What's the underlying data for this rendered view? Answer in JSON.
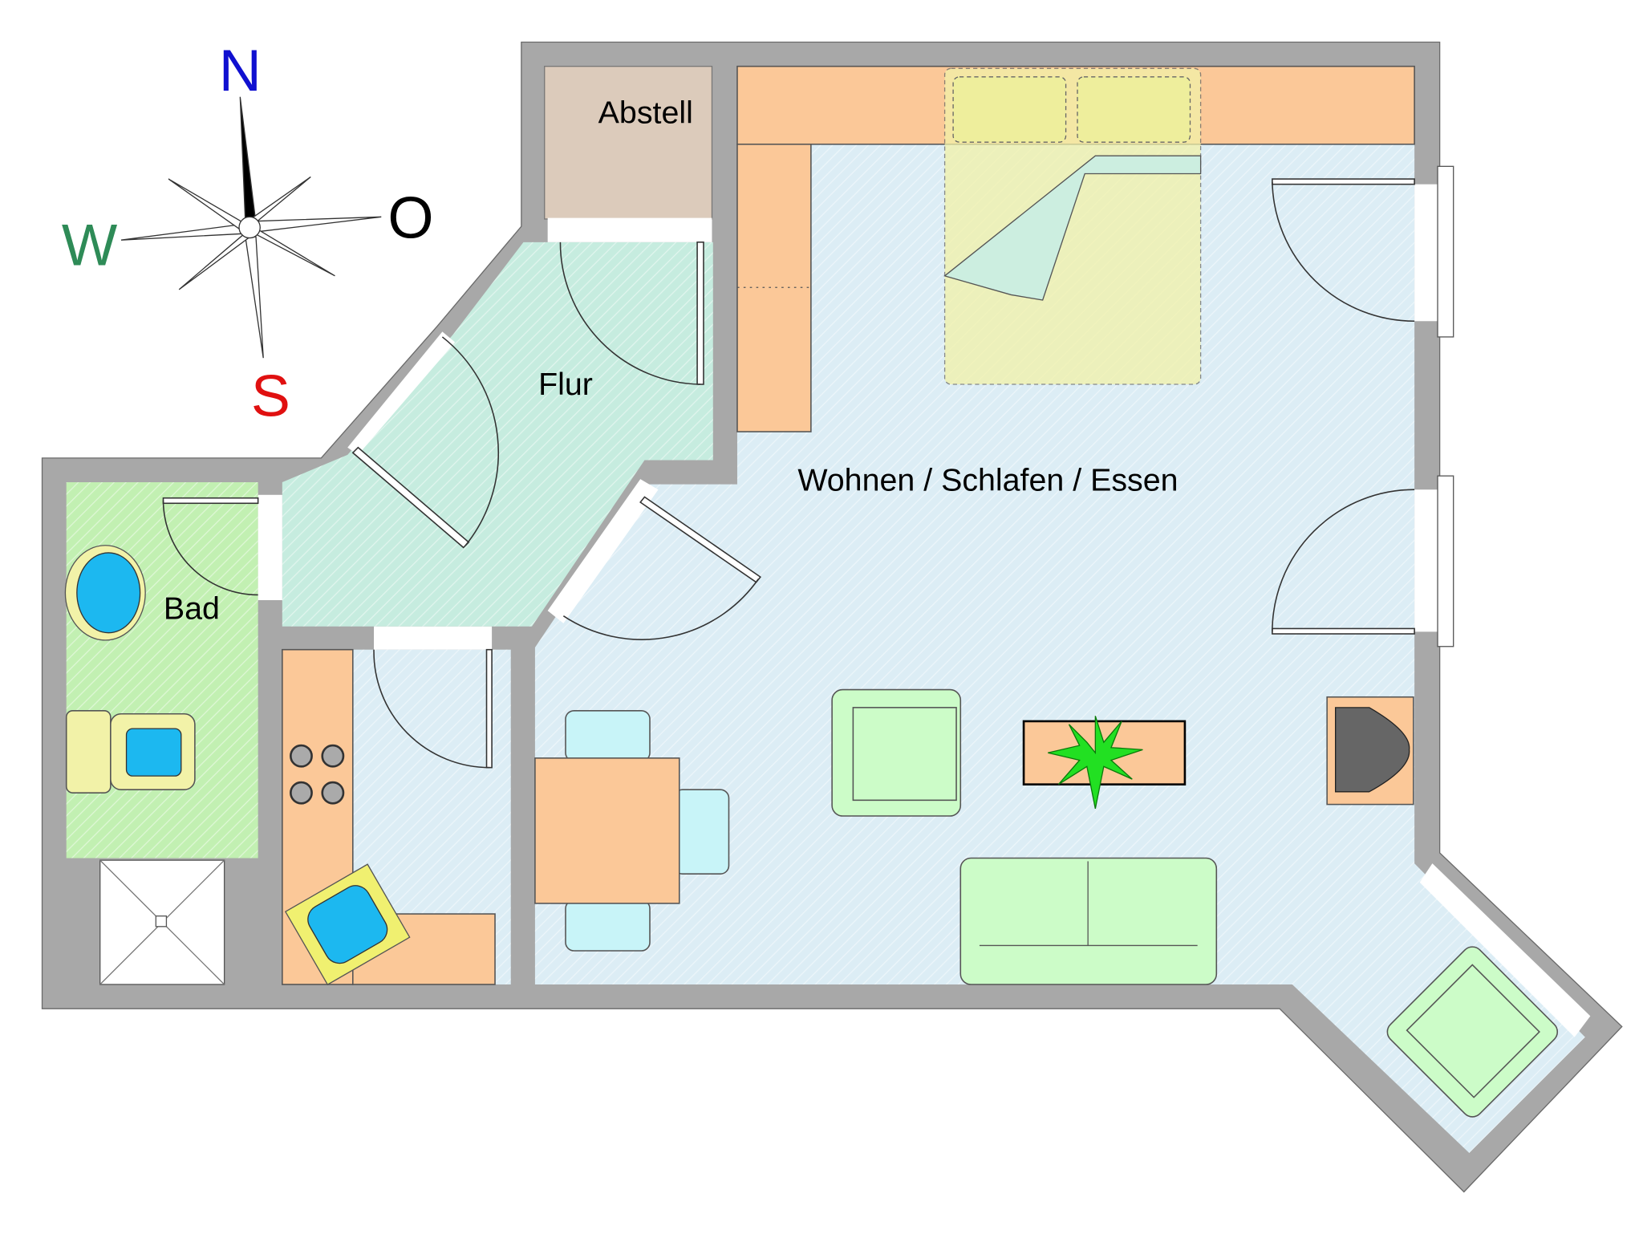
{
  "rooms": {
    "abstell": "Abstell",
    "flur": "Flur",
    "bad": "Bad",
    "main": "Wohnen / Schlafen / Essen"
  },
  "compass": {
    "north": "N",
    "east": "O",
    "west": "W",
    "south": "S"
  },
  "colors": {
    "wall": "#a8a8a8",
    "flur": "#c6ecdf",
    "living": "#dcedf5",
    "bad": "#c2f0b2",
    "abstell": "#dccbbb",
    "wood": "#fbc898",
    "upholstery": "#ccfcc8",
    "chair": "#c8f4f8",
    "bed": "#f2f2a8",
    "water": "#1cb8f0",
    "north": "#1010d0",
    "south": "#e01010",
    "west": "#2e8b57",
    "east": "#000000"
  }
}
